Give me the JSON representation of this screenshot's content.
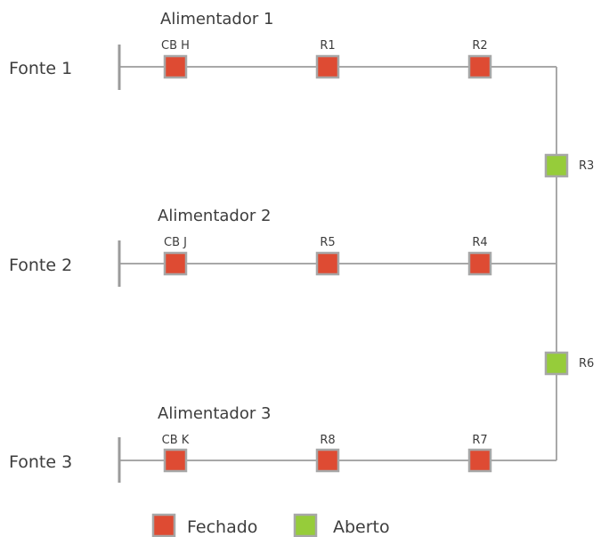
{
  "sources": [
    "Fonte 1",
    "Fonte 2",
    "Fonte 3"
  ],
  "feeders": [
    "Alimentador 1",
    "Alimentador 2",
    "Alimentador 3"
  ],
  "switches": [
    {
      "label": "CB H",
      "state": "closed"
    },
    {
      "label": "R1",
      "state": "closed"
    },
    {
      "label": "R2",
      "state": "closed"
    },
    {
      "label": "R3",
      "state": "open"
    },
    {
      "label": "CB J",
      "state": "closed"
    },
    {
      "label": "R5",
      "state": "closed"
    },
    {
      "label": "R4",
      "state": "closed"
    },
    {
      "label": "R6",
      "state": "open"
    },
    {
      "label": "CB K",
      "state": "closed"
    },
    {
      "label": "R8",
      "state": "closed"
    },
    {
      "label": "R7",
      "state": "closed"
    }
  ],
  "legend": {
    "closed_label": "Fechado",
    "open_label": "Aberto"
  },
  "colors": {
    "closed": "#de4b33",
    "open": "#96cc3a",
    "line": "#a8a8a8",
    "text": "#3d3d3d"
  }
}
